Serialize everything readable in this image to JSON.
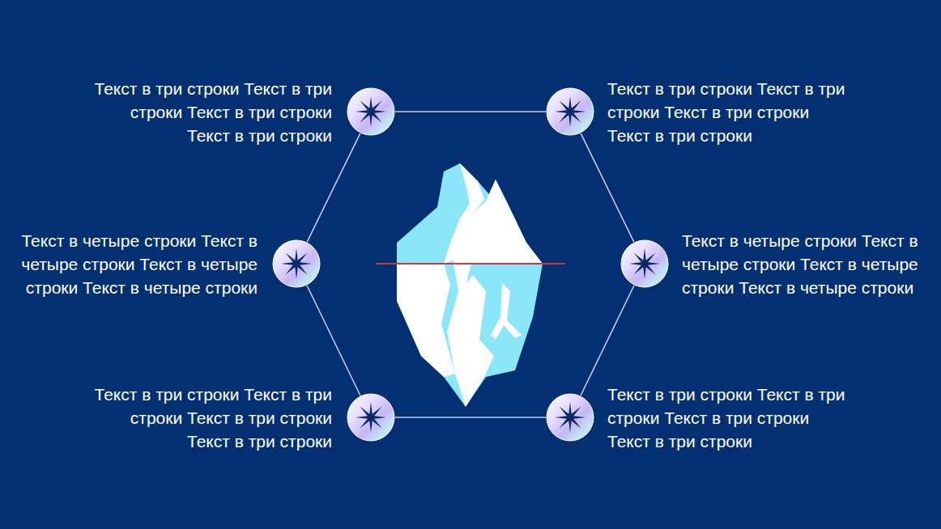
{
  "diagram": {
    "nodes": [
      {
        "text": [
          "Текст в три строки Текст в три строки Текст в три строки Текст в три строки"
        ]
      },
      {
        "text": [
          "Текст в три строки Текст в три строки Текст в три строки Текст в три строки"
        ]
      },
      {
        "text": [
          "Текст в четыре строки Текст в четыре строки Текст в четыре строки Текст в четыре строки"
        ]
      },
      {
        "text": [
          "Текст в четыре строки Текст в четыре строки Текст в четыре строки Текст в четыре строки"
        ]
      },
      {
        "text": [
          "Текст в три строки Текст в три строки Текст в три строки Текст в три строки"
        ]
      },
      {
        "text": [
          "Текст в три строки Текст в три строки Текст в три строки Текст в три строки"
        ]
      }
    ],
    "edges": [
      {
        "from": 0,
        "to": 1,
        "arrow": "none"
      },
      {
        "from": 1,
        "to": 3,
        "arrow": "none"
      },
      {
        "from": 3,
        "to": 5,
        "arrow": "none"
      },
      {
        "from": 5,
        "to": 4,
        "arrow": "none"
      },
      {
        "from": 4,
        "to": 2,
        "arrow": "none"
      },
      {
        "from": 2,
        "to": 0,
        "arrow": "none"
      }
    ]
  }
}
